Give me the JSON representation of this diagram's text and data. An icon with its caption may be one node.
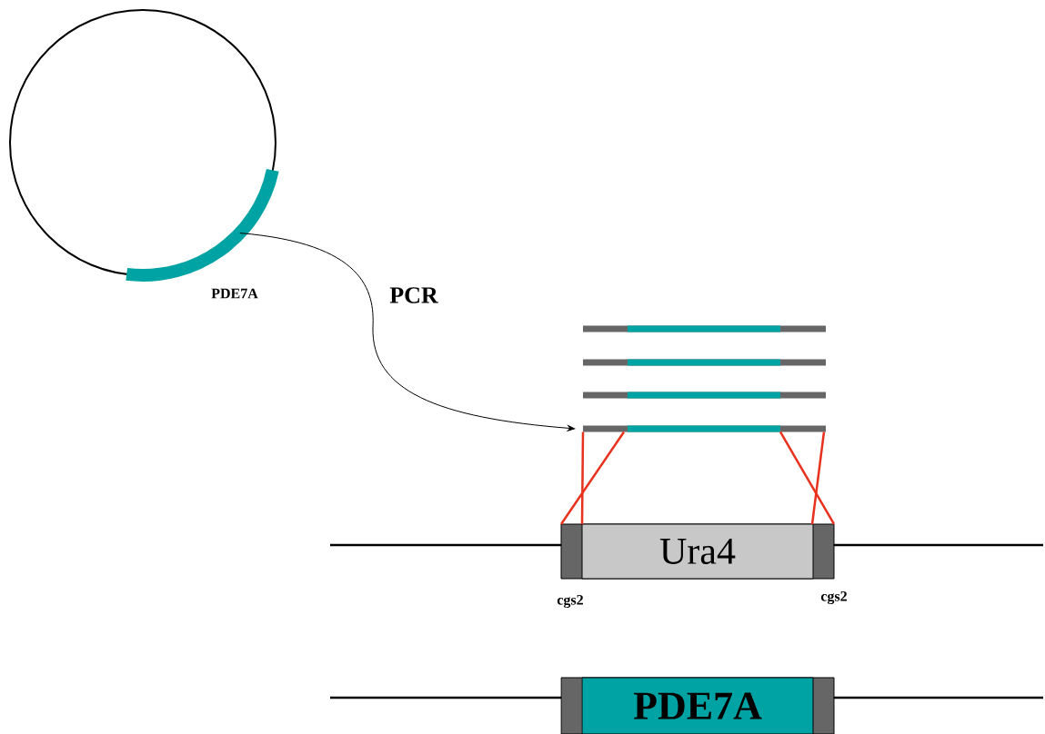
{
  "diagram": {
    "nodes": [
      {
        "text": [],
        "shape": "circle",
        "beside": [
          "PDE7A"
        ]
      },
      {
        "text": [],
        "shape": "bar"
      },
      {
        "text": [],
        "shape": "bar"
      },
      {
        "text": [],
        "shape": "bar"
      },
      {
        "text": [],
        "shape": "bar"
      },
      {
        "text": [
          "Ura4"
        ]
      },
      {
        "text": [
          "PDE7A"
        ]
      }
    ],
    "edges": [
      {
        "from": 0,
        "to": 4,
        "arrow": "to",
        "label": "PCR",
        "color": "#000000"
      },
      {
        "from": 4,
        "to": 5,
        "arrow": "none",
        "color": "#e8321e"
      },
      {
        "from": 4,
        "to": 5,
        "arrow": "none",
        "color": "#e8321e"
      },
      {
        "from": 4,
        "to": 5,
        "arrow": "none",
        "color": "#e8321e"
      },
      {
        "from": 4,
        "to": 5,
        "arrow": "none",
        "color": "#e8321e"
      }
    ],
    "labels": [
      "cgs2",
      "cgs2"
    ]
  }
}
